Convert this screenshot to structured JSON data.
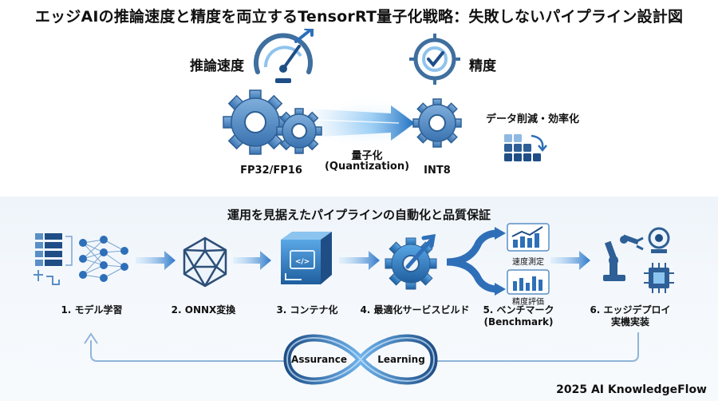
{
  "title": "エッジAIの推論速度と精度を両立するTensorRT量子化戦略：失敗しないパイプライン設計図",
  "top": {
    "speed_label": "推論速度",
    "accuracy_label": "精度",
    "fp_label": "FP32/FP16",
    "quant_label_1": "量子化",
    "quant_label_2": "(Quantization)",
    "int8_label": "INT8",
    "data_reduction_label": "データ削減・効率化"
  },
  "pipeline": {
    "heading": "運用を見据えたパイプラインの自動化と品質保証",
    "stages": [
      {
        "label": "1. モデル学習"
      },
      {
        "label": "2. ONNX変換"
      },
      {
        "label": "3. コンテナ化"
      },
      {
        "label": "4. 最適化サービスビルド"
      },
      {
        "label": "5. ベンチマーク",
        "label2": "(Benchmark)"
      },
      {
        "label": "6. エッジデプロイ",
        "label2": "実機実装"
      }
    ],
    "speed_measure": "速度測定",
    "accuracy_eval": "精度評価",
    "loop_left": "Assurance",
    "loop_right": "Learning"
  },
  "credit": "2025 AI KnowledgeFlow",
  "colors": {
    "accent": "#2e6fb8",
    "dark_blue": "#1f4e86",
    "light_blue": "#8fc3ec"
  }
}
